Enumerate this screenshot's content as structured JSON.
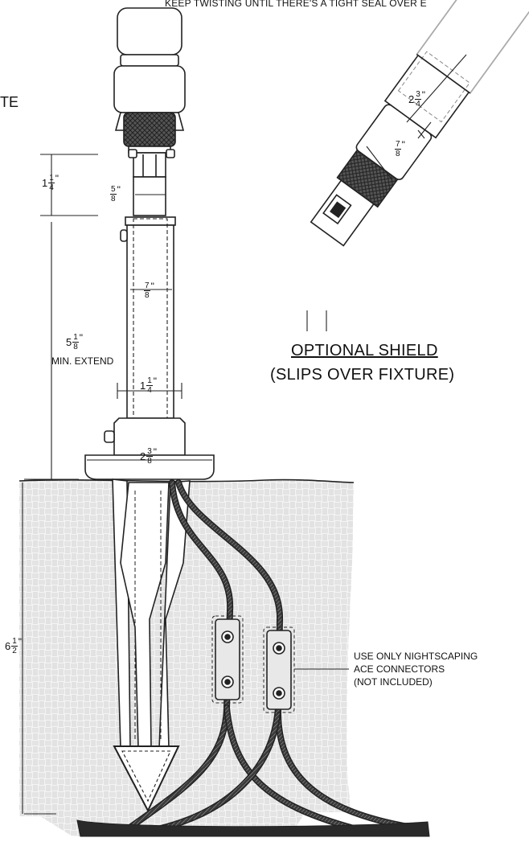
{
  "labels": {
    "top_note": "KEEP TWISTING UNTIL THERE'S A TIGHT SEAL OVER E",
    "cut_text": "TE",
    "shield_title": "OPTIONAL SHIELD",
    "shield_subtitle": "(SLIPS OVER FIXTURE)",
    "min_extend": "MIN. EXTEND",
    "connector_line1": "USE ONLY NIGHTSCAPING",
    "connector_line2": "ACE CONNECTORS",
    "connector_line3": "(NOT INCLUDED)"
  },
  "dimensions": {
    "d1": {
      "whole": "1",
      "num": "1",
      "den": "4",
      "mark": "\""
    },
    "d2": {
      "whole": "",
      "num": "5",
      "den": "8",
      "mark": "\""
    },
    "d3": {
      "whole": "5",
      "num": "1",
      "den": "8",
      "mark": "\""
    },
    "d4": {
      "whole": "",
      "num": "7",
      "den": "8",
      "mark": "\""
    },
    "d5": {
      "whole": "1",
      "num": "1",
      "den": "4",
      "mark": "\""
    },
    "d6": {
      "whole": "2",
      "num": "3",
      "den": "8",
      "mark": "\""
    },
    "d7": {
      "whole": "6",
      "num": "1",
      "den": "2",
      "mark": "\""
    },
    "d8": {
      "whole": "2",
      "num": "3",
      "den": "4",
      "mark": "\""
    },
    "d9": {
      "whole": "",
      "num": "7",
      "den": "8",
      "mark": "\""
    }
  }
}
